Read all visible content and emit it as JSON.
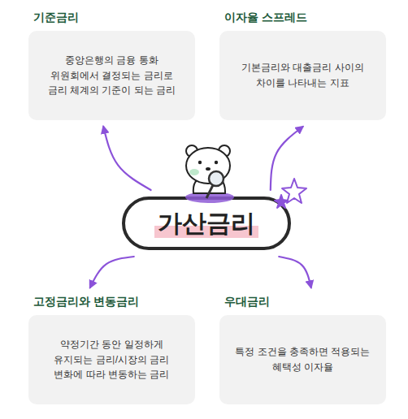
{
  "diagram": {
    "nodes": [
      {
        "text": [
          "기준금리",
          "중앙은행의 금융 통화 위원회에서 결정되는 금리로 금리 체계의 기준이 되는 금리"
        ]
      },
      {
        "text": [
          "이자율 스프레드",
          "기본금리와 대출금리 사이의 차이를 나타내는 지표"
        ]
      },
      {
        "text": [
          "가산금리"
        ]
      },
      {
        "text": [
          "고정금리와 변동금리",
          "약정기간 동안 일정하게 유지되는 금리/시장의 금리 변화에 따라 변동하는 금리"
        ]
      },
      {
        "text": [
          "우대금리",
          "특정 조건을 충족하면 적용되는 혜택성 이자율"
        ]
      }
    ],
    "edges": [
      {
        "from": 2,
        "to": 0,
        "arrow": "to"
      },
      {
        "from": 2,
        "to": 1,
        "arrow": "to"
      },
      {
        "from": 2,
        "to": 3,
        "arrow": "to"
      },
      {
        "from": 2,
        "to": 4,
        "arrow": "to"
      }
    ]
  }
}
